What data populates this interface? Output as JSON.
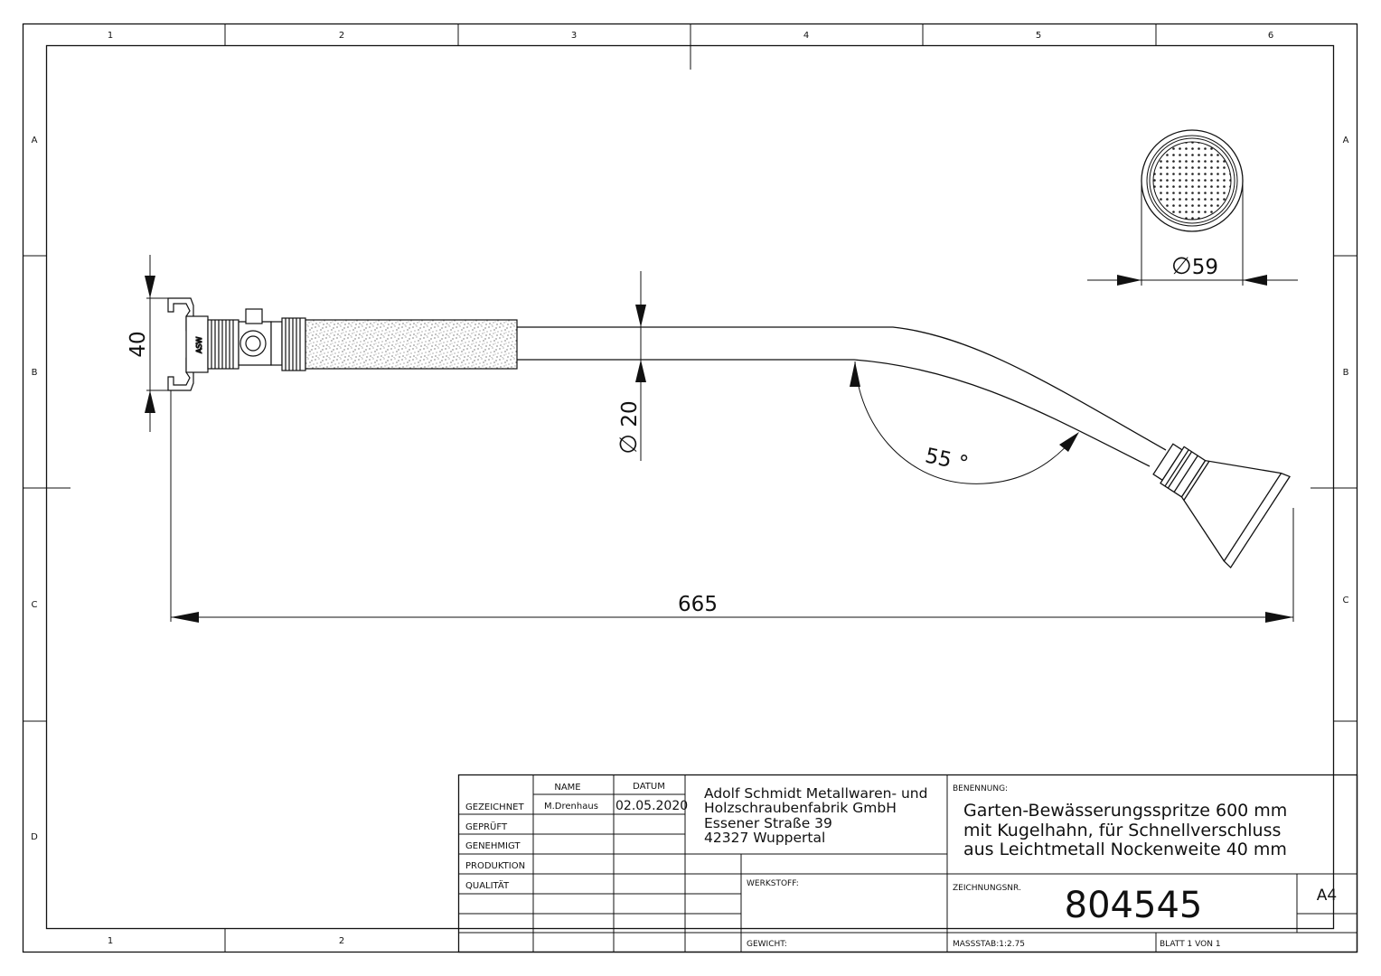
{
  "zones": {
    "columns": [
      "1",
      "2",
      "3",
      "4",
      "5",
      "6"
    ],
    "bottom_columns": [
      "1",
      "2"
    ],
    "rows": [
      "A",
      "B",
      "C",
      "D"
    ]
  },
  "dimensions": {
    "coupling_height": "40",
    "pipe_diameter": "20",
    "head_diameter": "59",
    "angle": "55 °",
    "total_length": "665"
  },
  "part_marking": "ASW",
  "title_block": {
    "col_name": "NAME",
    "col_date": "DATUM",
    "rows": [
      {
        "label": "GEZEICHNET",
        "name": "M.Drenhaus",
        "date": "02.05.2020"
      },
      {
        "label": "GEPRÜFT",
        "name": "",
        "date": ""
      },
      {
        "label": "GENEHMIGT",
        "name": "",
        "date": ""
      },
      {
        "label": "PRODUKTION",
        "name": "",
        "date": ""
      },
      {
        "label": "QUALITÄT",
        "name": "",
        "date": ""
      }
    ],
    "company": [
      "Adolf Schmidt Metallwaren- und",
      "Holzschraubenfabrik GmbH",
      "Essener Straße 39",
      "42327 Wuppertal"
    ],
    "benennung_label": "BENENNUNG:",
    "benennung": [
      "Garten-Bewässerungsspritze 600 mm",
      "mit Kugelhahn, für Schnellverschluss",
      "aus Leichtmetall Nockenweite 40 mm"
    ],
    "werkstoff_label": "WERKSTOFF:",
    "zeichnungsnr_label": "ZEICHNUNGSNR.",
    "zeichnungsnr": "804545",
    "format": "A4",
    "gewicht_label": "GEWICHT:",
    "massstab": "MASSSTAB:1:2.75",
    "blatt": "BLATT 1 VON 1"
  }
}
